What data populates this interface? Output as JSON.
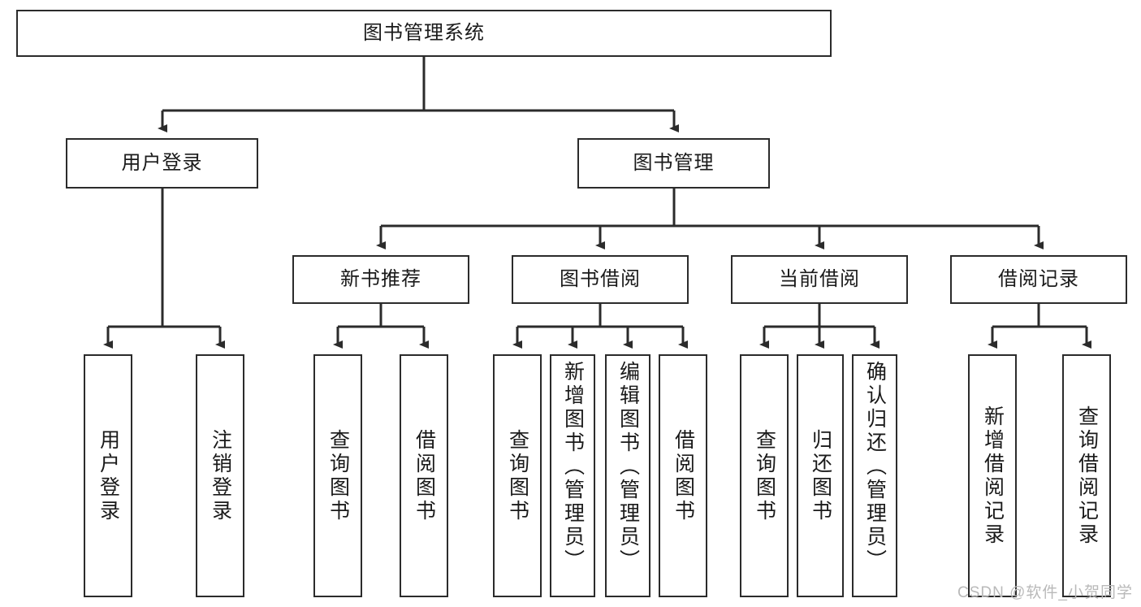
{
  "diagram": {
    "title": "图书管理系统",
    "type": "tree-hierarchy",
    "watermark": "CSDN @软件_小贺同学",
    "stroke_color": "#2b2b2b",
    "fill_color": "#ffffff",
    "text_color": "#1a1a1a"
  },
  "nodes": {
    "root": {
      "label": "图书管理系统"
    },
    "level2": [
      {
        "label": "用户登录"
      },
      {
        "label": "图书管理"
      }
    ],
    "level3": [
      {
        "label": "新书推荐"
      },
      {
        "label": "图书借阅"
      },
      {
        "label": "当前借阅"
      },
      {
        "label": "借阅记录"
      }
    ],
    "leaves": {
      "user_login": [
        {
          "label": "用户登录"
        },
        {
          "label": "注销登录"
        }
      ],
      "new_book_recommend": [
        {
          "label": "查询图书"
        },
        {
          "label": "借阅图书"
        }
      ],
      "book_borrow": [
        {
          "label": "查询图书"
        },
        {
          "label": "新增图书（管理员）"
        },
        {
          "label": "编辑图书（管理员）"
        },
        {
          "label": "借阅图书"
        }
      ],
      "current_borrow": [
        {
          "label": "查询图书"
        },
        {
          "label": "归还图书"
        },
        {
          "label": "确认归还（管理员）"
        }
      ],
      "borrow_record": [
        {
          "label": "新增借阅记录"
        },
        {
          "label": "查询借阅记录"
        }
      ]
    }
  }
}
